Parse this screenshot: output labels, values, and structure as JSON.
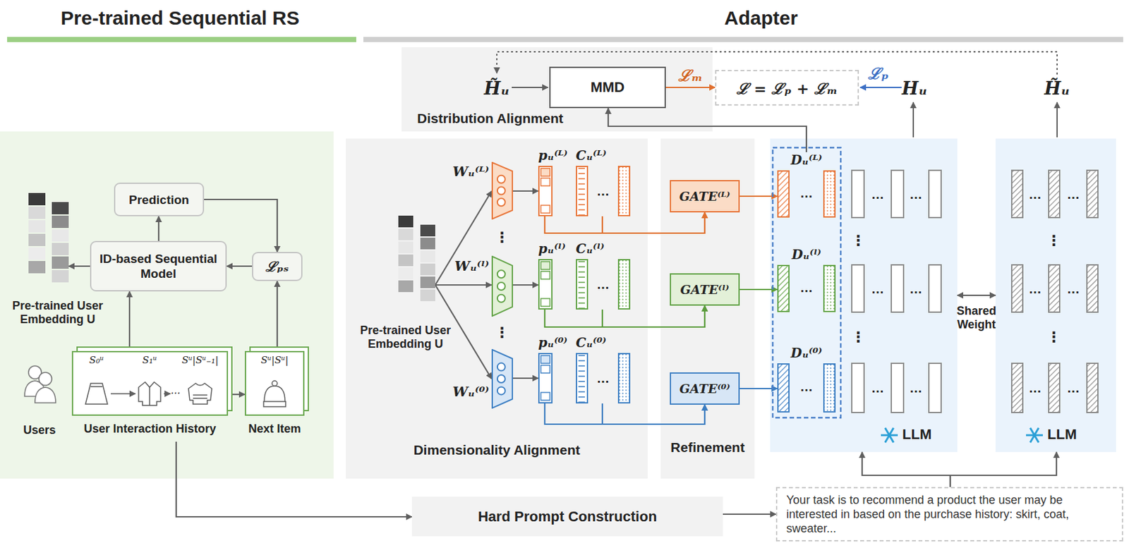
{
  "diagram": {
    "nodes": [
      {
        "text": [
          "Prediction"
        ]
      },
      {
        "text": [
          "ID-based Sequential Model"
        ]
      },
      {
        "text": [
          "ℒₚₛ"
        ]
      },
      {
        "text": [
          "Pre-trained User Embedding U"
        ]
      },
      {
        "text": [
          "S₀ᵘ",
          "S₁ᵘ",
          "…",
          "Sᵘ|Sᵘ₋₁|",
          "User Interaction History"
        ]
      },
      {
        "text": [
          "Sᵘ|Sᵘ|",
          "Next Item"
        ]
      },
      {
        "text": [
          "Distribution Alignment"
        ]
      },
      {
        "text": [
          "MMD"
        ],
        "in": 6
      },
      {
        "text": [
          "ℒ = ℒₚ + ℒₘ"
        ]
      },
      {
        "text": [
          "Dimensionality Alignment"
        ]
      },
      {
        "text": [
          "Pre-trained User Embedding U"
        ],
        "in": 9
      },
      {
        "text": [
          "Wᵤ⁽ᴸ⁾"
        ],
        "in": 9
      },
      {
        "text": [
          "Wᵤ⁽ˡ⁾"
        ],
        "in": 9
      },
      {
        "text": [
          "Wᵤ⁽⁰⁾"
        ],
        "in": 9
      },
      {
        "text": [
          "pᵤ⁽ᴸ⁾"
        ],
        "in": 9
      },
      {
        "text": [
          "pᵤ⁽ˡ⁾"
        ],
        "in": 9
      },
      {
        "text": [
          "pᵤ⁽⁰⁾"
        ],
        "in": 9
      },
      {
        "text": [
          "Cᵤ⁽ᴸ⁾",
          "…"
        ],
        "in": 9
      },
      {
        "text": [
          "Cᵤ⁽ˡ⁾",
          "…"
        ],
        "in": 9
      },
      {
        "text": [
          "Cᵤ⁽⁰⁾",
          "…"
        ],
        "in": 9
      },
      {
        "text": [
          "Refinement"
        ]
      },
      {
        "text": [
          "GATE⁽ᴸ⁾"
        ],
        "in": 20
      },
      {
        "text": [
          "GATE⁽ˡ⁾"
        ],
        "in": 20
      },
      {
        "text": [
          "GATE⁽⁰⁾"
        ],
        "in": 20
      },
      {
        "text": [
          "LLM"
        ]
      },
      {
        "text": [
          "Dᵤ⁽ᴸ⁾",
          "…"
        ],
        "in": 24
      },
      {
        "text": [
          "Dᵤ⁽ˡ⁾",
          "…"
        ],
        "in": 24
      },
      {
        "text": [
          "Dᵤ⁽⁰⁾",
          "…"
        ],
        "in": 24
      },
      {
        "text": [
          "LLM"
        ]
      },
      {
        "text": [
          "Hard Prompt Construction"
        ]
      },
      {
        "text": [
          "Your task is to recommend a product the user may be interested in based on the purchase history: skirt, coat, sweater..."
        ]
      }
    ],
    "edges": [
      {
        "from": 1,
        "to": 0,
        "arrow": "to"
      },
      {
        "from": 0,
        "to": 2,
        "arrow": "to"
      },
      {
        "from": 2,
        "to": 1,
        "arrow": "to"
      },
      {
        "from": 1,
        "to": 3,
        "arrow": "to"
      },
      {
        "from": 4,
        "to": 1,
        "arrow": "to"
      },
      {
        "from": 5,
        "to": 2,
        "arrow": "to"
      },
      {
        "from": 4,
        "to": 5,
        "arrow": "to"
      },
      {
        "from": 4,
        "to": 29,
        "arrow": "to"
      },
      {
        "from": 29,
        "to": 30,
        "arrow": "to"
      },
      {
        "from": 30,
        "to": 24,
        "arrow": "to"
      },
      {
        "from": 30,
        "to": 28,
        "arrow": "to"
      },
      {
        "from": 10,
        "to": 11,
        "arrow": "to"
      },
      {
        "from": 10,
        "to": 12,
        "arrow": "to"
      },
      {
        "from": 10,
        "to": 13,
        "arrow": "to"
      },
      {
        "from": 11,
        "to": 14,
        "arrow": "to"
      },
      {
        "from": 12,
        "to": 15,
        "arrow": "to"
      },
      {
        "from": 13,
        "to": 16,
        "arrow": "to"
      },
      {
        "from": 14,
        "to": 21,
        "arrow": "to"
      },
      {
        "from": 17,
        "to": 21,
        "arrow": "to"
      },
      {
        "from": 15,
        "to": 22,
        "arrow": "to"
      },
      {
        "from": 18,
        "to": 22,
        "arrow": "to"
      },
      {
        "from": 16,
        "to": 23,
        "arrow": "to"
      },
      {
        "from": 19,
        "to": 23,
        "arrow": "to"
      },
      {
        "from": 21,
        "to": 25,
        "arrow": "to"
      },
      {
        "from": 22,
        "to": 26,
        "arrow": "to"
      },
      {
        "from": 23,
        "to": 27,
        "arrow": "to"
      },
      {
        "from": 25,
        "to": 7,
        "arrow": "to"
      },
      {
        "from": 7,
        "to": 8,
        "label": "ℒₘ",
        "arrow": "to"
      },
      {
        "from": 24,
        "to": 28,
        "label": "Shared Weight",
        "arrow": "both"
      }
    ],
    "labels": [
      "Pre-trained Sequential RS",
      "Adapter",
      "Users",
      "H̃ᵤ",
      "ℒₚ",
      "Hᵤ",
      "H̃ᵤ",
      "⋮",
      "⋮",
      "⋮",
      "⋮",
      "…",
      "…",
      "…",
      "…",
      "…",
      "…",
      "⋮",
      "⋮",
      "…",
      "…",
      "…",
      "…",
      "…",
      "…"
    ]
  }
}
